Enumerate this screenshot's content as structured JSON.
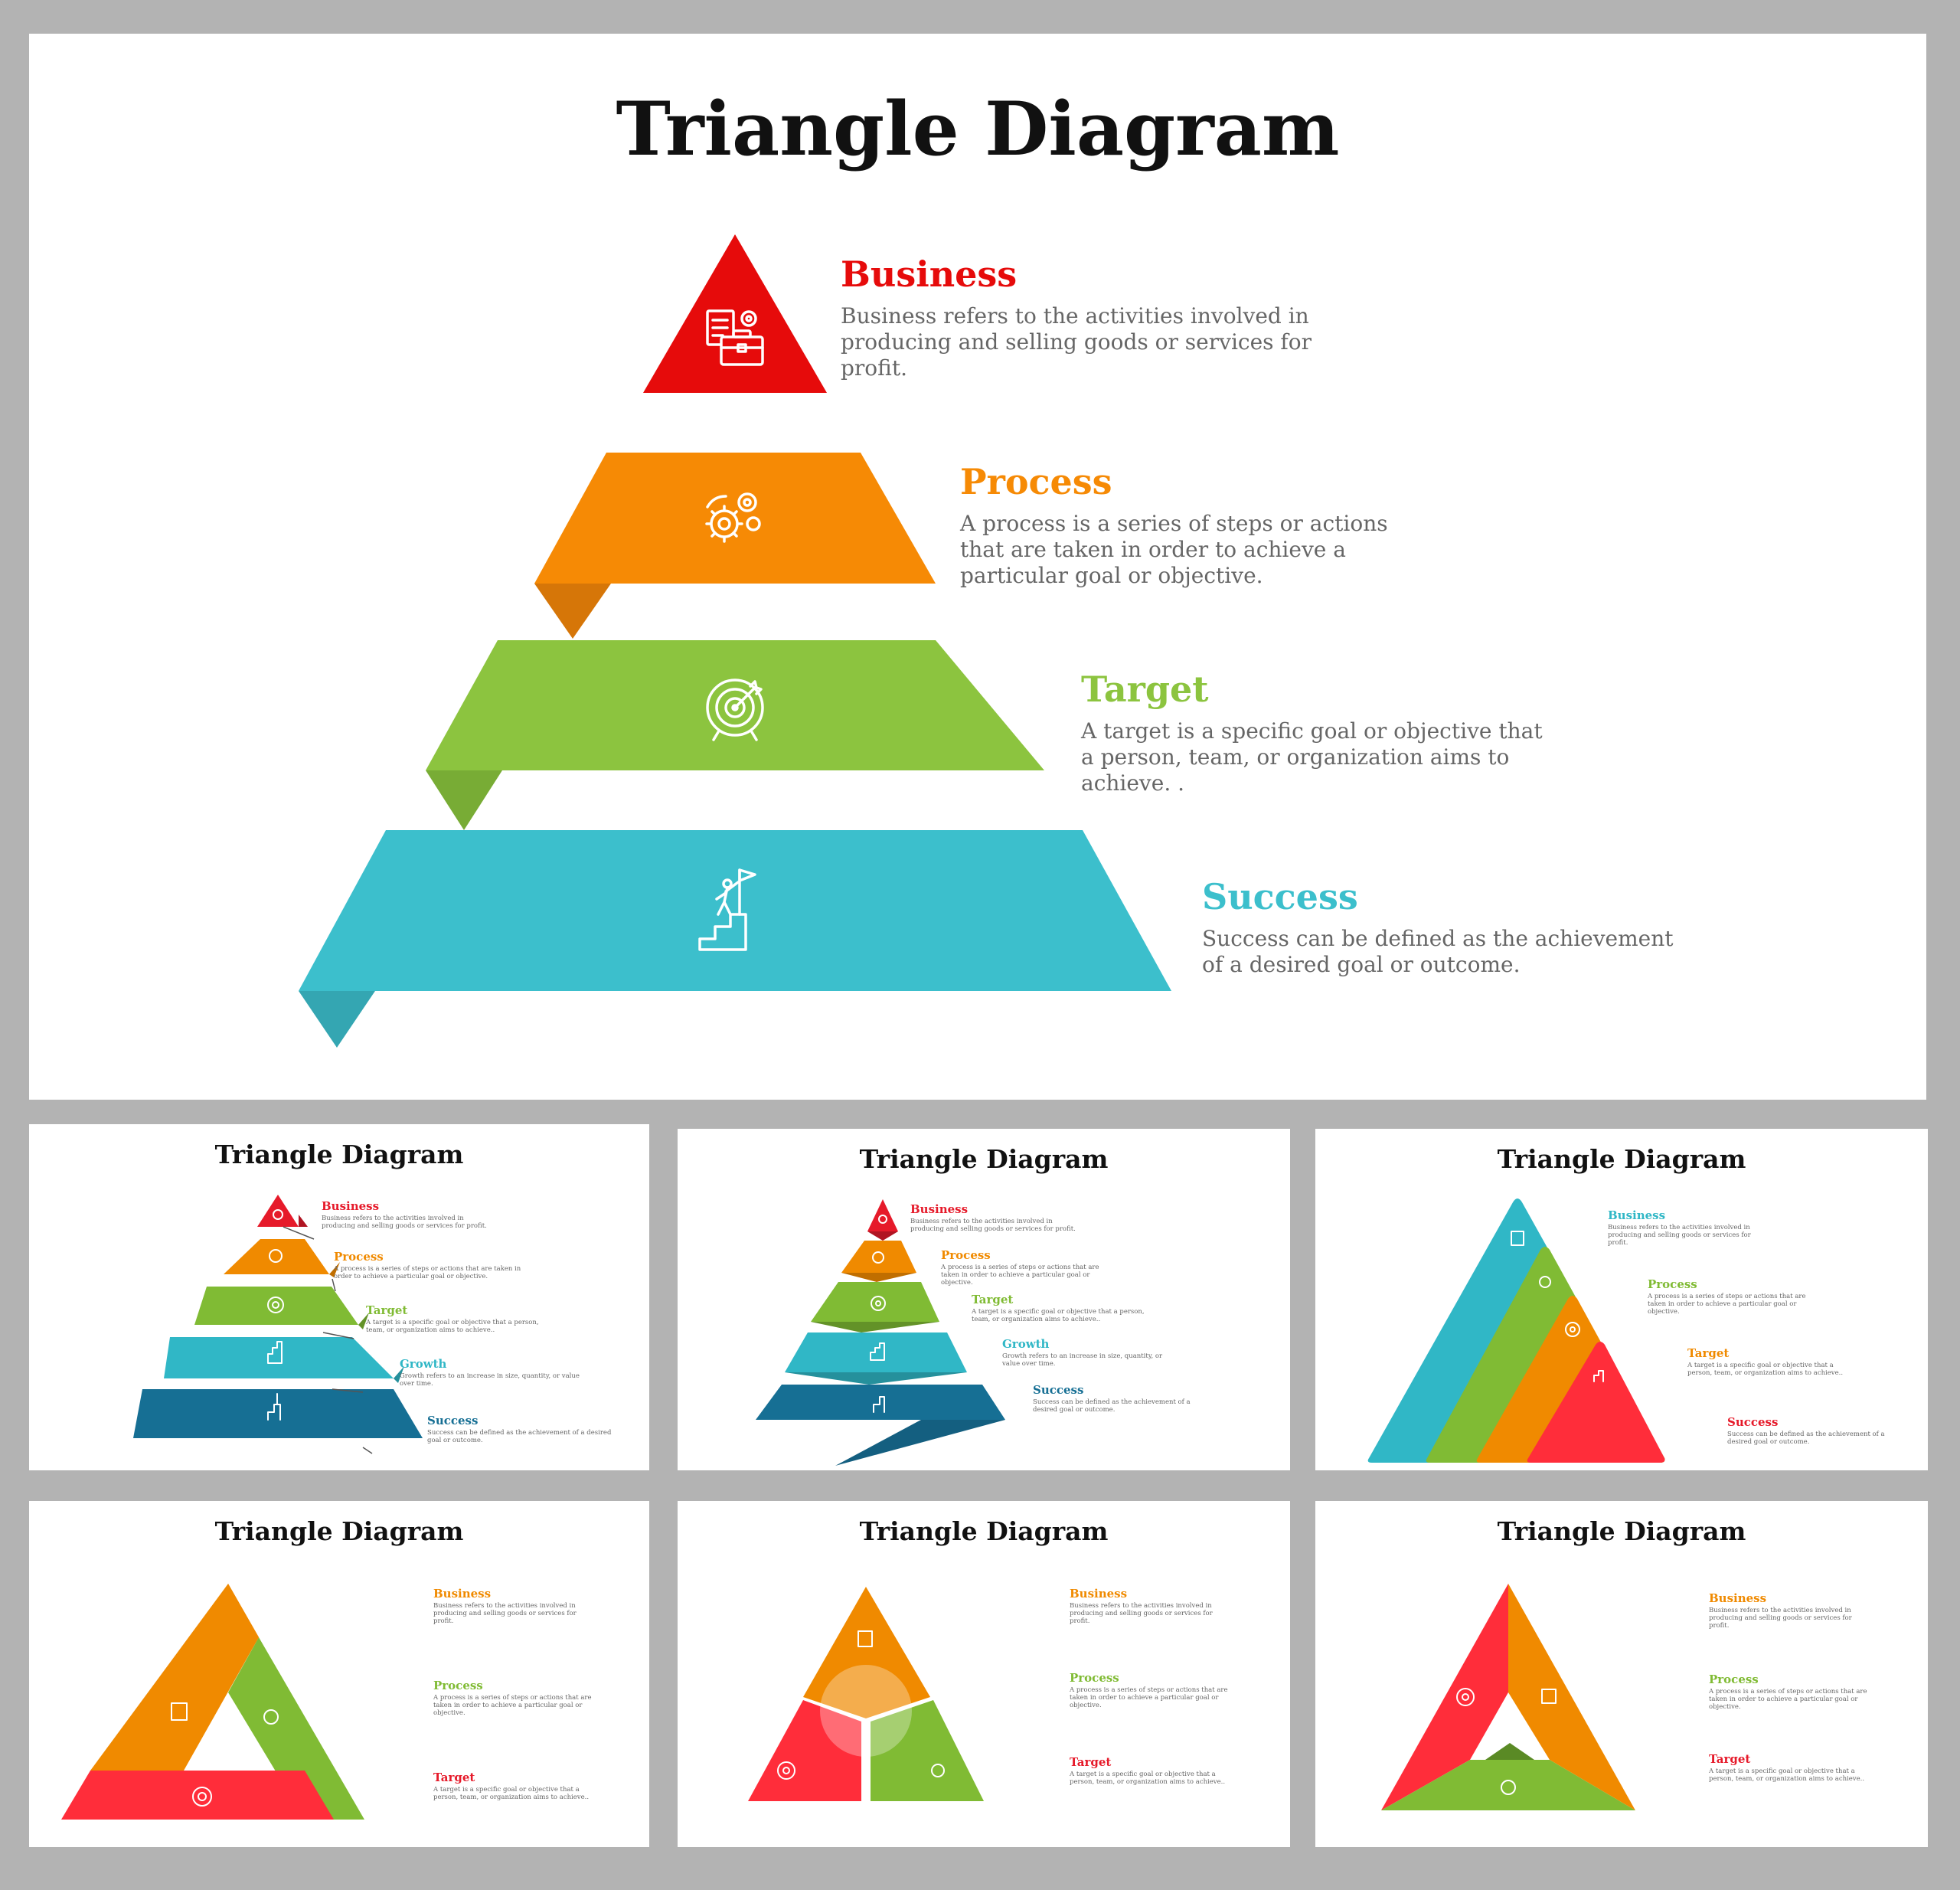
{
  "main_slide": {
    "title": "Triangle Diagram",
    "layers": [
      {
        "title": "Business",
        "desc": "Business refers to the activities involved in producing and selling goods or services for profit.",
        "color": "#e60b0b",
        "icon": "business-briefcase-icon"
      },
      {
        "title": "Process",
        "desc": "A process is a series of steps or actions that are taken in order to achieve a particular goal or objective.",
        "color": "#f68a05",
        "icon": "gears-icon"
      },
      {
        "title": "Target",
        "desc": "A target is a specific goal or objective that a person, team, or organization aims to achieve. .",
        "color": "#8cc43f",
        "icon": "target-icon"
      },
      {
        "title": "Success",
        "desc": "Success can be defined as the achievement of a desired goal or outcome.",
        "color": "#3cbfcc",
        "icon": "success-stairs-flag-icon"
      }
    ]
  },
  "thumbnails": [
    {
      "title": "Triangle Diagram",
      "items": [
        {
          "title": "Business",
          "desc": "Business refers to the activities involved in producing and selling goods or services for profit.",
          "color": "#e61a2a"
        },
        {
          "title": "Process",
          "desc": "A process is a series of steps or actions that are taken in order to achieve a particular goal or objective.",
          "color": "#f08a00"
        },
        {
          "title": "Target",
          "desc": "A target is a specific goal or objective that a person, team, or organization aims to achieve..",
          "color": "#80bb34"
        },
        {
          "title": "Growth",
          "desc": "Growth refers to an increase in size, quantity, or value over time.",
          "color": "#30b7c6"
        },
        {
          "title": "Success",
          "desc": "Success can be defined as the achievement of a desired goal or outcome.",
          "color": "#166f94"
        }
      ]
    },
    {
      "title": "Triangle Diagram",
      "items": [
        {
          "title": "Business",
          "desc": "Business refers to the activities involved in producing and selling goods or services for profit.",
          "color": "#e61a2a"
        },
        {
          "title": "Process",
          "desc": "A process is a series of steps or actions that are taken in order to achieve a particular goal or objective.",
          "color": "#f08a00"
        },
        {
          "title": "Target",
          "desc": "A target is a specific goal or objective that a person, team, or organization aims to achieve..",
          "color": "#80bb34"
        },
        {
          "title": "Growth",
          "desc": "Growth refers to an increase in size, quantity, or value over time.",
          "color": "#30b7c6"
        },
        {
          "title": "Success",
          "desc": "Success can be defined as the achievement of a desired goal or outcome.",
          "color": "#166f94"
        }
      ]
    },
    {
      "title": "Triangle Diagram",
      "items": [
        {
          "title": "Business",
          "desc": "Business refers to the activities involved in producing and selling goods or services for profit.",
          "color": "#30b7c6"
        },
        {
          "title": "Process",
          "desc": "A process is a series of steps or actions that are taken in order to achieve a particular goal or objective.",
          "color": "#80bb34"
        },
        {
          "title": "Target",
          "desc": "A target is a specific goal or objective that a person, team, or organization aims to achieve..",
          "color": "#f08a00"
        },
        {
          "title": "Success",
          "desc": "Success can be defined as the achievement of a desired goal or outcome.",
          "color": "#e61a2a"
        }
      ]
    },
    {
      "title": "Triangle Diagram",
      "items": [
        {
          "title": "Business",
          "desc": "Business refers to the activities involved in producing and selling goods or services for profit.",
          "color": "#f08a00"
        },
        {
          "title": "Process",
          "desc": "A process is a series of steps or actions that are taken in order to achieve a particular goal or objective.",
          "color": "#80bb34"
        },
        {
          "title": "Target",
          "desc": "A target is a specific goal or objective that a person, team, or organization aims to achieve..",
          "color": "#e61a2a"
        }
      ]
    },
    {
      "title": "Triangle Diagram",
      "items": [
        {
          "title": "Business",
          "desc": "Business refers to the activities involved in producing and selling goods or services for profit.",
          "color": "#f08a00"
        },
        {
          "title": "Process",
          "desc": "A process is a series of steps or actions that are taken in order to achieve a particular goal or objective.",
          "color": "#80bb34"
        },
        {
          "title": "Target",
          "desc": "A target is a specific goal or objective that a person, team, or organization aims to achieve..",
          "color": "#e61a2a"
        }
      ]
    },
    {
      "title": "Triangle Diagram",
      "items": [
        {
          "title": "Business",
          "desc": "Business refers to the activities involved in producing and selling goods or services for profit.",
          "color": "#f08a00"
        },
        {
          "title": "Process",
          "desc": "A process is a series of steps or actions that are taken in order to achieve a particular goal or objective.",
          "color": "#80bb34"
        },
        {
          "title": "Target",
          "desc": "A target is a specific goal or objective that a person, team, or organization aims to achieve..",
          "color": "#e61a2a"
        }
      ]
    }
  ]
}
